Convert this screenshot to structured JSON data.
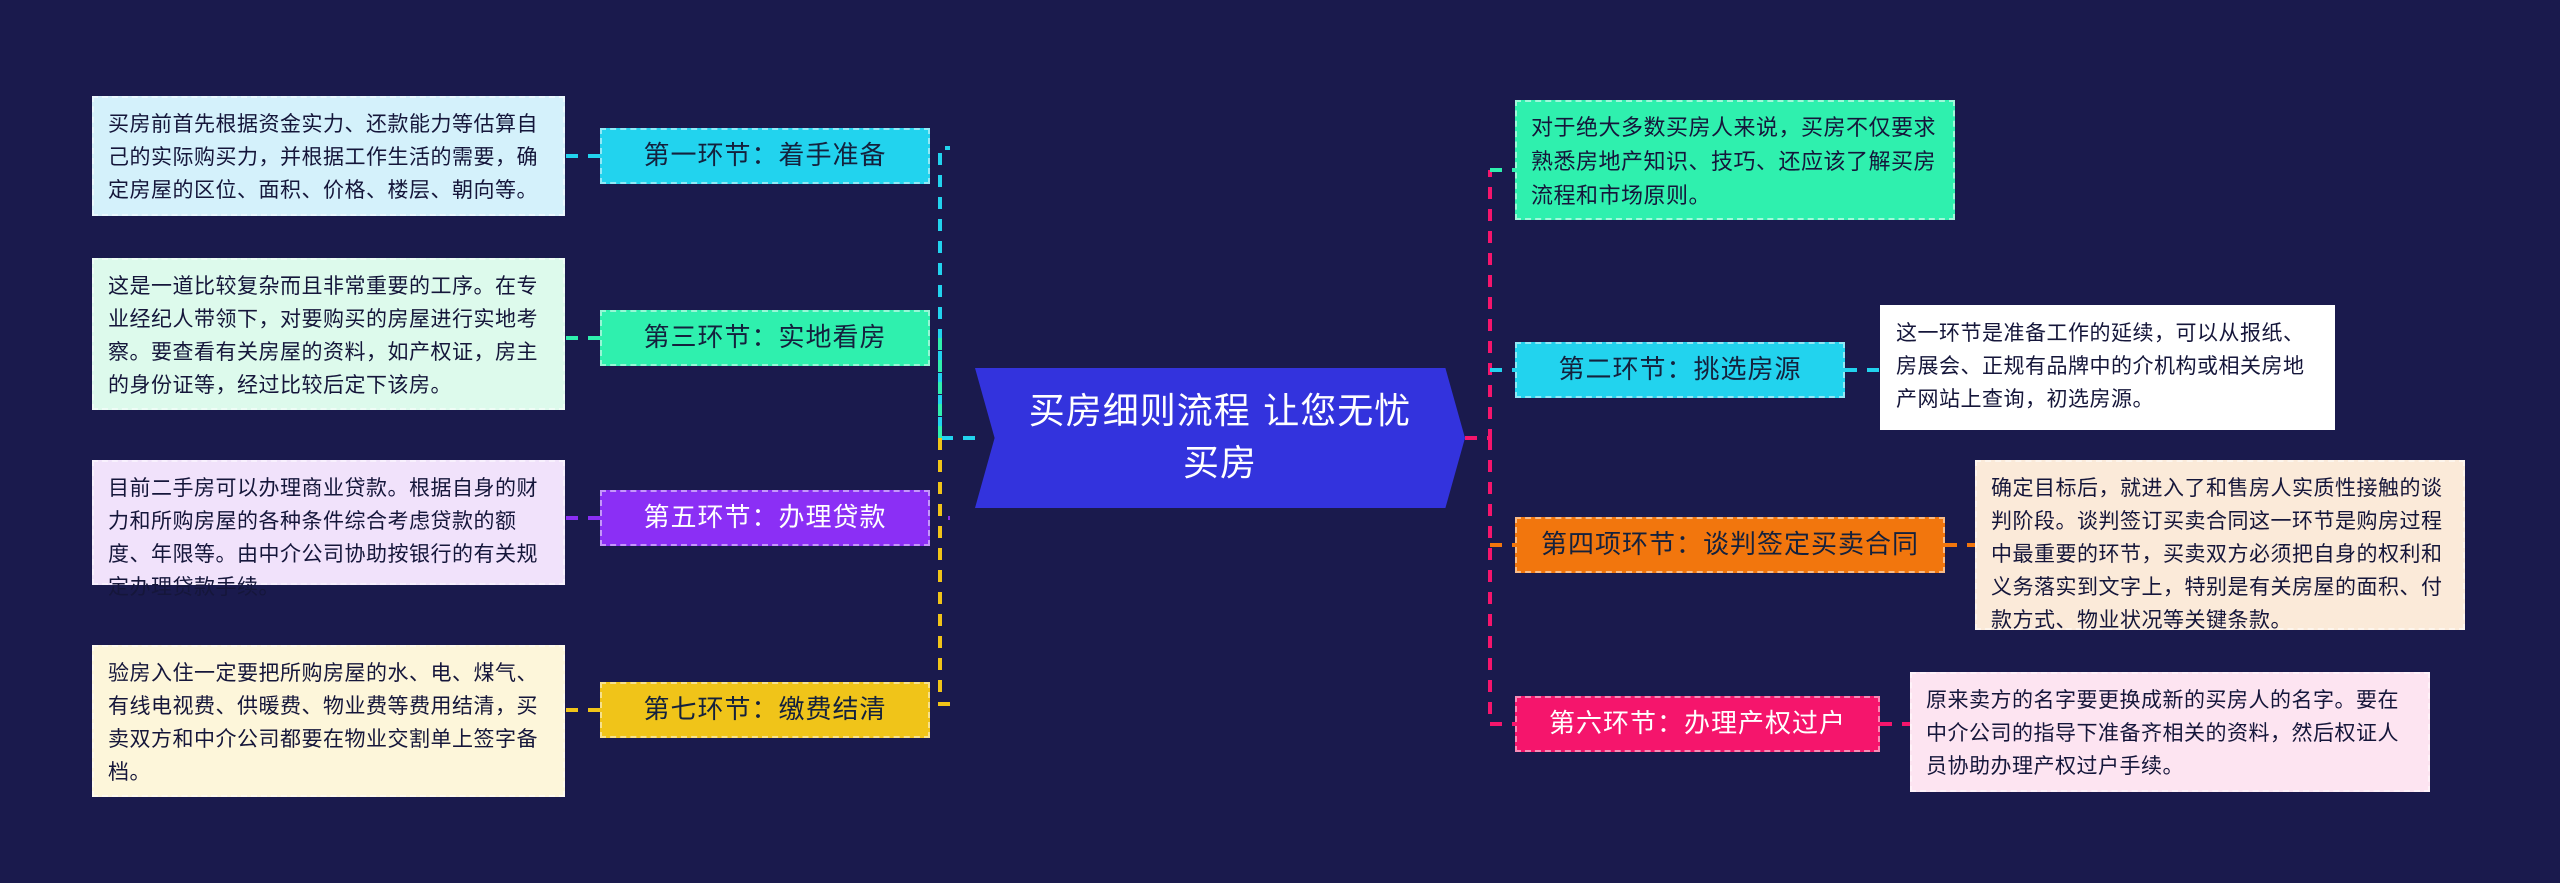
{
  "background_color": "#1a1a4d",
  "center": {
    "title": "买房细则流程 让您无忧买房",
    "fill": "#3333dd",
    "text_color": "#ffffff"
  },
  "left_branches": [
    {
      "node_label": "第一环节：着手准备",
      "node_fill": "#22d3ee",
      "node_text_color": "#14213d",
      "description": "买房前首先根据资金实力、还款能力等估算自己的实际购买力，并根据工作生活的需要，确定房屋的区位、面积、价格、楼层、朝向等。",
      "desc_fill": "#d4f1fb",
      "link_color": "#22d3ee"
    },
    {
      "node_label": "第三环节：实地看房",
      "node_fill": "#2ff0ae",
      "node_text_color": "#14213d",
      "description": "这是一道比较复杂而且非常重要的工序。在专业经纪人带领下，对要购买的房屋进行实地考察。要查看有关房屋的资料，如产权证，房主的身份证等，经过比较后定下该房。",
      "desc_fill": "#ddfaec",
      "link_color": "#2ff0ae"
    },
    {
      "node_label": "第五环节：办理贷款",
      "node_fill": "#8b2ff5",
      "node_text_color": "#ffffff",
      "description": "目前二手房可以办理商业贷款。根据自身的财力和所购房屋的各种条件综合考虑贷款的额度、年限等。由中介公司协助按银行的有关规定办理贷款手续。",
      "desc_fill": "#f1e2fb",
      "link_color": "#8b2ff5"
    },
    {
      "node_label": "第七环节：缴费结清",
      "node_fill": "#f0c419",
      "node_text_color": "#14213d",
      "description": "验房入住一定要把所购房屋的水、电、煤气、有线电视费、供暖费、物业费等费用结清，买卖双方和中介公司都要在物业交割单上签字备档。",
      "desc_fill": "#fdf6da",
      "link_color": "#f0c419"
    }
  ],
  "right_branches": [
    {
      "node_label": "",
      "node_fill": "",
      "node_text_color": "",
      "description": "对于绝大多数买房人来说，买房不仅要求熟悉房地产知识、技巧、还应该了解买房流程和市场原则。",
      "desc_fill": "#2ff0ae",
      "link_color": "#2ff0ae",
      "intro": true
    },
    {
      "node_label": "第二环节：挑选房源",
      "node_fill": "#22d3ee",
      "node_text_color": "#14213d",
      "description": "这一环节是准备工作的延续，可以从报纸、房展会、正规有品牌中的介机构或相关房地产网站上查询，初选房源。",
      "desc_fill": "#ffffff",
      "link_color": "#22d3ee"
    },
    {
      "node_label": "第四项环节：谈判签定买卖合同",
      "node_fill": "#f2760d",
      "node_text_color": "#14213d",
      "description": "确定目标后，就进入了和售房人实质性接触的谈判阶段。谈判签订买卖合同这一环节是购房过程中最重要的环节，买卖双方必须把自身的权利和义务落实到文字上，特别是有关房屋的面积、付款方式、物业状况等关键条款。",
      "desc_fill": "#fbead9",
      "link_color": "#f2760d"
    },
    {
      "node_label": "第六环节：办理产权过户",
      "node_fill": "#f5156c",
      "node_text_color": "#ffffff",
      "description": "原来卖方的名字要更换成新的买房人的名字。要在中介公司的指导下准备齐相关的资料，然后权证人员协助办理产权过户手续。",
      "desc_fill": "#fde4f1",
      "link_color": "#f5156c"
    }
  ]
}
